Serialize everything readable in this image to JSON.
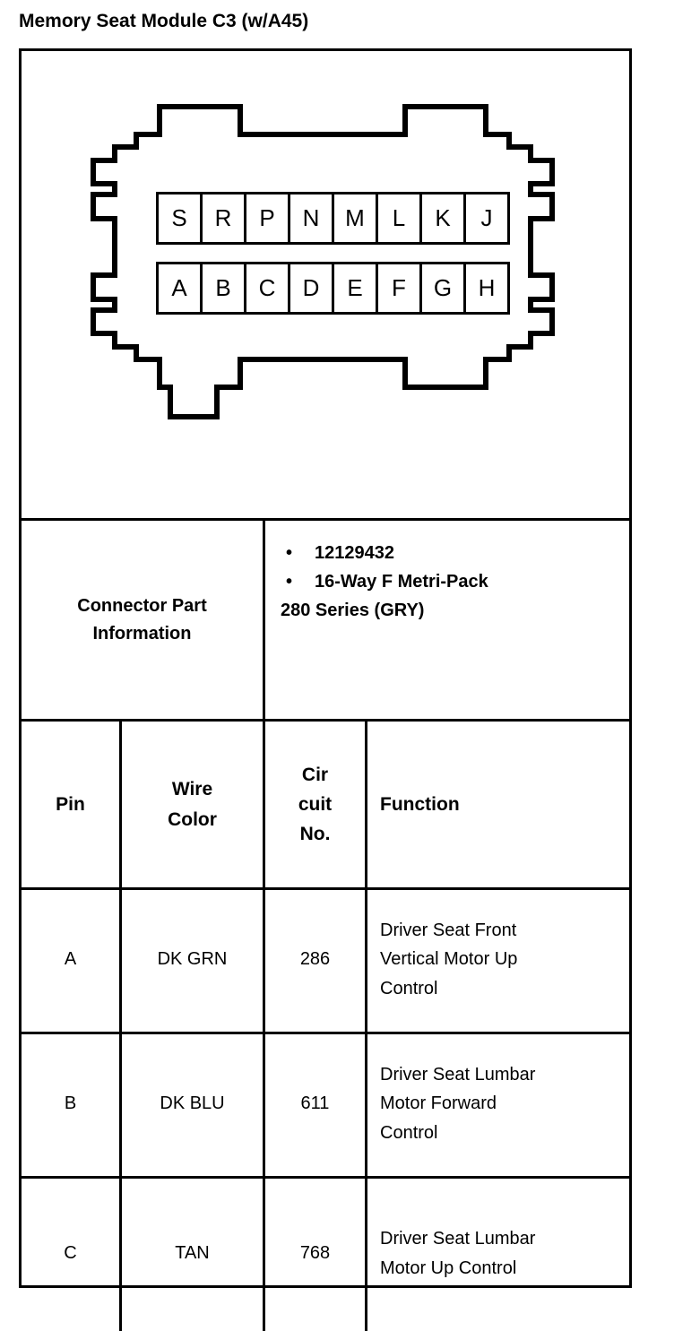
{
  "document": {
    "title": "Memory Seat Module C3 (w/A45)"
  },
  "connector_diagram": {
    "name": "connector-pinout-illustration",
    "top_row_pins": [
      "S",
      "R",
      "P",
      "N",
      "M",
      "L",
      "K",
      "J"
    ],
    "bottom_row_pins": [
      "A",
      "B",
      "C",
      "D",
      "E",
      "F",
      "G",
      "H"
    ]
  },
  "connector_part_information": {
    "label": "Connector Part Information",
    "bullets": [
      "12129432",
      "16-Way F Metri-Pack"
    ],
    "continuation": "280 Series (GRY)",
    "bullet_glyph": "•"
  },
  "pin_table": {
    "headers": {
      "pin": "Pin",
      "wire_color_line1": "Wire",
      "wire_color_line2": "Color",
      "circuit_line1": "Cir",
      "circuit_line2": "cuit",
      "circuit_line3": "No.",
      "function": "Function"
    },
    "rows": [
      {
        "pin": "A",
        "wire_color": "DK GRN",
        "circuit_no": "286",
        "function_lines": [
          "Driver Seat Front",
          "Vertical Motor Up",
          "Control"
        ]
      },
      {
        "pin": "B",
        "wire_color": "DK BLU",
        "circuit_no": "611",
        "function_lines": [
          "Driver Seat Lumbar",
          "Motor Forward",
          "Control"
        ]
      },
      {
        "pin": "C",
        "wire_color": "TAN",
        "circuit_no": "768",
        "function_lines": [
          "Driver Seat Lumbar",
          "Motor Up Control"
        ]
      }
    ]
  },
  "colors": {
    "ink": "#000000",
    "paper": "#ffffff"
  }
}
